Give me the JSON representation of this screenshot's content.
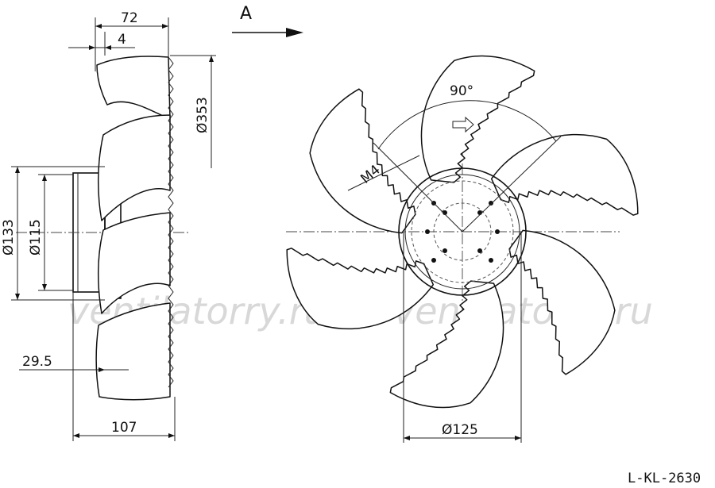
{
  "side_view": {
    "dim_72": "72",
    "dim_4": "4",
    "dim_d353": "Ø353",
    "dim_d133": "Ø133",
    "dim_d115": "Ø115",
    "dim_29_5": "29.5",
    "dim_107": "107"
  },
  "front_view": {
    "view_label": "A",
    "angle": "90°",
    "thread": "M4",
    "dim_d125": "Ø125"
  },
  "watermark": "ventilatorry.ru",
  "drawing_code": "L-KL-2630"
}
